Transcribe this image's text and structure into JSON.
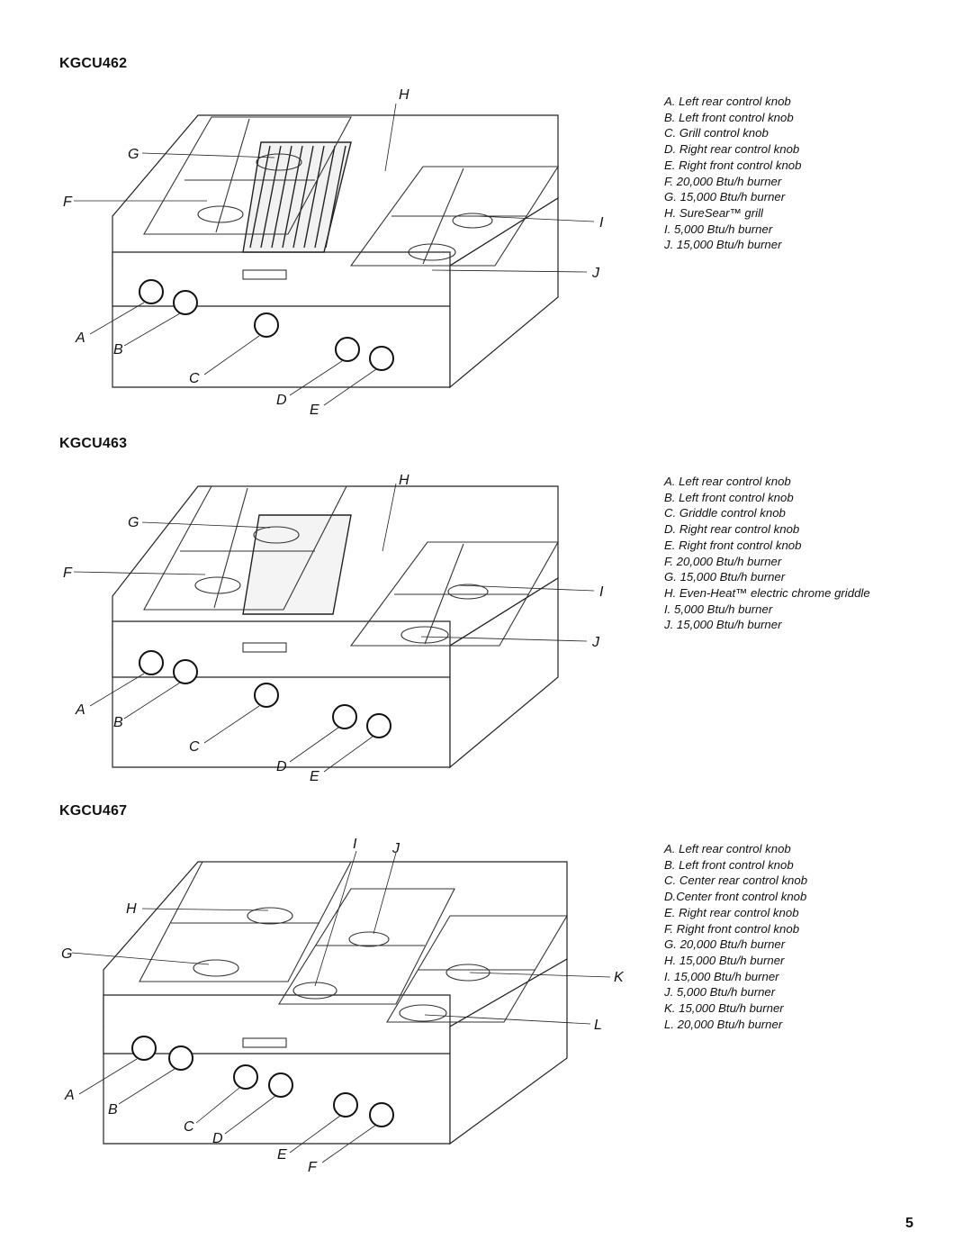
{
  "page_number": "5",
  "models": [
    {
      "title": "KGCU462",
      "callouts": [
        "A",
        "B",
        "C",
        "D",
        "E",
        "F",
        "G",
        "H",
        "I",
        "J"
      ],
      "legend": [
        "A. Left rear control knob",
        "B. Left front control knob",
        "C. Grill control knob",
        "D. Right rear control knob",
        "E. Right front control knob",
        "F. 20,000 Btu/h burner",
        "G. 15,000 Btu/h burner",
        "H. SureSear™ grill",
        "I. 5,000 Btu/h burner",
        "J. 15,000 Btu/h burner"
      ]
    },
    {
      "title": "KGCU463",
      "callouts": [
        "A",
        "B",
        "C",
        "D",
        "E",
        "F",
        "G",
        "H",
        "I",
        "J"
      ],
      "legend": [
        "A. Left rear control knob",
        "B. Left front control knob",
        "C. Griddle control knob",
        "D. Right rear control knob",
        "E. Right front control knob",
        "F. 20,000 Btu/h burner",
        "G. 15,000 Btu/h burner",
        "H. Even-Heat™ electric chrome griddle",
        "I. 5,000 Btu/h burner",
        "J. 15,000 Btu/h burner"
      ]
    },
    {
      "title": "KGCU467",
      "callouts": [
        "A",
        "B",
        "C",
        "D",
        "E",
        "F",
        "G",
        "H",
        "I",
        "J",
        "K",
        "L"
      ],
      "legend": [
        "A. Left rear control knob",
        "B. Left front control knob",
        "C. Center rear control knob",
        "D.Center front control knob",
        "E. Right rear control knob",
        "F. Right front control knob",
        "G. 20,000 Btu/h burner",
        "H. 15,000 Btu/h burner",
        "I. 15,000 Btu/h burner",
        "J. 5,000 Btu/h burner",
        "K. 15,000 Btu/h burner",
        "L. 20,000 Btu/h burner"
      ]
    }
  ]
}
